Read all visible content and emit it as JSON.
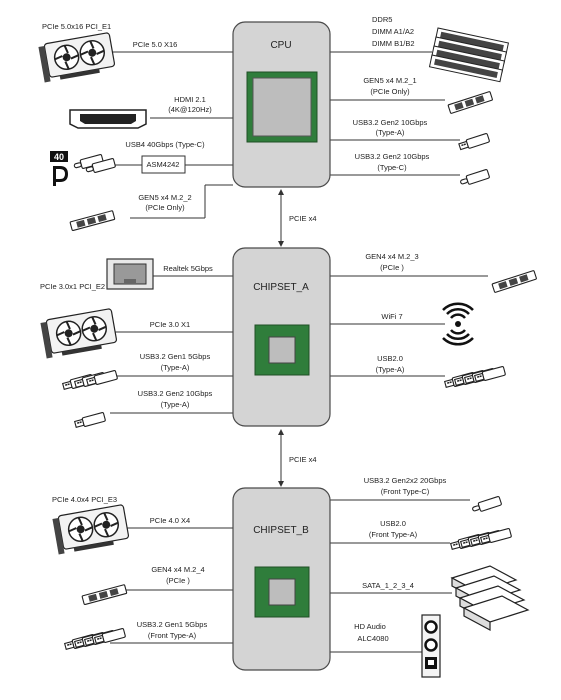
{
  "hubs": {
    "cpu": "CPU",
    "chipset_a": "CHIPSET_A",
    "chipset_b": "CHIPSET_B"
  },
  "interconnect": {
    "cpu_to_a": "PCIE x4",
    "a_to_b": "PCIE x4"
  },
  "cpu_left": {
    "pcie_slot_title": "PCIe 5.0x16 PCI_E1",
    "pcie_link": "PCIe 5.0 X16",
    "hdmi_line1": "HDMI 2.1",
    "hdmi_line2": "(4K@120Hz)",
    "usb4": "USB4 40Gbps (Type-C)",
    "asm_chip": "ASM4242",
    "m2_2_line1": "GEN5 x4 M.2_2",
    "m2_2_line2": "(PCIe Only)",
    "tb_badge": "40"
  },
  "cpu_right": {
    "ddr_line1": "DDR5",
    "ddr_line2": "DIMM A1/A2",
    "ddr_line3": "DIMM B1/B2",
    "m2_1_line1": "GEN5 x4 M.2_1",
    "m2_1_line2": "(PCIe Only)",
    "usb_a_line1": "USB3.2 Gen2 10Gbps",
    "usb_a_line2": "(Type-A)",
    "usb_c_line1": "USB3.2 Gen2 10Gbps",
    "usb_c_line2": "(Type-C)"
  },
  "chipset_a_left": {
    "lan": "Realtek 5Gbps",
    "pcie_slot_title": "PCIe 3.0x1 PCI_E2",
    "pcie_link": "PCIe 3.0 X1",
    "usb_gen1_line1": "USB3.2 Gen1 5Gbps",
    "usb_gen1_line2": "(Type-A)",
    "usb_gen2_line1": "USB3.2 Gen2 10Gbps",
    "usb_gen2_line2": "(Type-A)"
  },
  "chipset_a_right": {
    "m2_3_line1": "GEN4 x4 M.2_3",
    "m2_3_line2": "(PCIe )",
    "wifi": "WiFi 7",
    "usb2_line1": "USB2.0",
    "usb2_line2": "(Type-A)"
  },
  "chipset_b_left": {
    "pcie_slot_title": "PCIe 4.0x4 PCI_E3",
    "pcie_link": "PCIe 4.0 X4",
    "m2_4_line1": "GEN4 x4 M.2_4",
    "m2_4_line2": "(PCIe )",
    "usb_front_line1": "USB3.2 Gen1 5Gbps",
    "usb_front_line2": "(Front Type-A)"
  },
  "chipset_b_right": {
    "usb_2x2_line1": "USB3.2 Gen2x2 20Gbps",
    "usb_2x2_line2": "(Front Type-C)",
    "usb2_line1": "USB2.0",
    "usb2_line2": "(Front Type-A)",
    "sata": "SATA_1_2_3_4",
    "audio_line1": "HD Audio",
    "audio_line2": "ALC4080"
  },
  "colors": {
    "hub_fill": "#d4d4d4",
    "hub_stroke": "#4a4a4a",
    "chip_green": "#2f7d3b",
    "line": "#333333"
  }
}
